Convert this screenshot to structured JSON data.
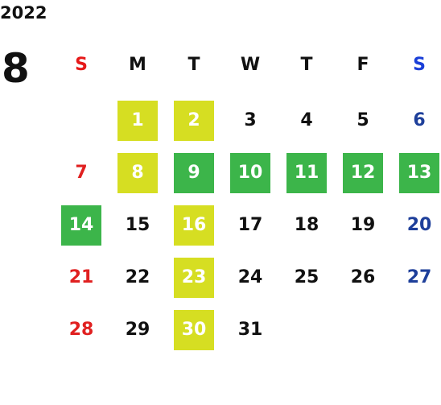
{
  "year": "2022",
  "month": "8",
  "weekdays": [
    "S",
    "M",
    "T",
    "W",
    "T",
    "F",
    "S"
  ],
  "colors": {
    "sunday": "#e02020",
    "saturday": "#1e3f9a",
    "weekday": "#111111",
    "highlight_yellow": "#d6de22",
    "highlight_green": "#3cb54a"
  },
  "days": [
    {
      "label": "1",
      "col": 1,
      "row": 0,
      "highlight": "yellow"
    },
    {
      "label": "2",
      "col": 2,
      "row": 0,
      "highlight": "yellow"
    },
    {
      "label": "3",
      "col": 3,
      "row": 0
    },
    {
      "label": "4",
      "col": 4,
      "row": 0
    },
    {
      "label": "5",
      "col": 5,
      "row": 0
    },
    {
      "label": "6",
      "col": 6,
      "row": 0
    },
    {
      "label": "7",
      "col": 0,
      "row": 1
    },
    {
      "label": "8",
      "col": 1,
      "row": 1,
      "highlight": "yellow"
    },
    {
      "label": "9",
      "col": 2,
      "row": 1,
      "highlight": "green"
    },
    {
      "label": "10",
      "col": 3,
      "row": 1,
      "highlight": "green"
    },
    {
      "label": "11",
      "col": 4,
      "row": 1,
      "highlight": "green"
    },
    {
      "label": "12",
      "col": 5,
      "row": 1,
      "highlight": "green"
    },
    {
      "label": "13",
      "col": 6,
      "row": 1,
      "highlight": "green"
    },
    {
      "label": "14",
      "col": 0,
      "row": 2,
      "highlight": "green"
    },
    {
      "label": "15",
      "col": 1,
      "row": 2
    },
    {
      "label": "16",
      "col": 2,
      "row": 2,
      "highlight": "yellow"
    },
    {
      "label": "17",
      "col": 3,
      "row": 2
    },
    {
      "label": "18",
      "col": 4,
      "row": 2
    },
    {
      "label": "19",
      "col": 5,
      "row": 2
    },
    {
      "label": "20",
      "col": 6,
      "row": 2
    },
    {
      "label": "21",
      "col": 0,
      "row": 3
    },
    {
      "label": "22",
      "col": 1,
      "row": 3
    },
    {
      "label": "23",
      "col": 2,
      "row": 3,
      "highlight": "yellow"
    },
    {
      "label": "24",
      "col": 3,
      "row": 3
    },
    {
      "label": "25",
      "col": 4,
      "row": 3
    },
    {
      "label": "26",
      "col": 5,
      "row": 3
    },
    {
      "label": "27",
      "col": 6,
      "row": 3
    },
    {
      "label": "28",
      "col": 0,
      "row": 4
    },
    {
      "label": "29",
      "col": 1,
      "row": 4
    },
    {
      "label": "30",
      "col": 2,
      "row": 4,
      "highlight": "yellow"
    },
    {
      "label": "31",
      "col": 3,
      "row": 4
    }
  ]
}
